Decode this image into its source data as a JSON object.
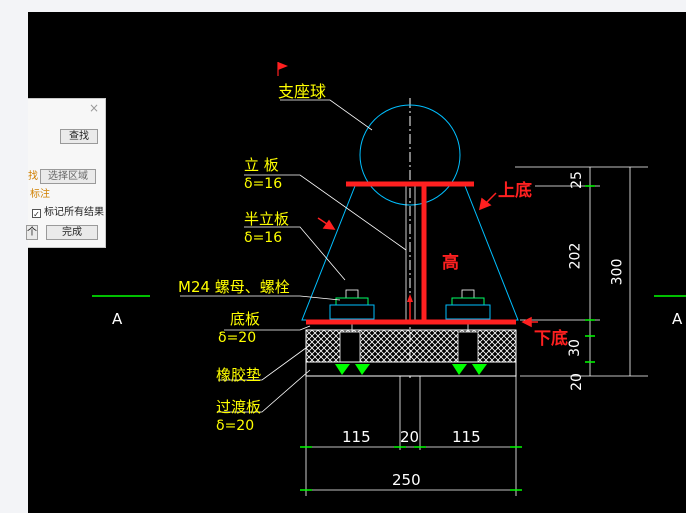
{
  "dialog": {
    "close_glyph": "×",
    "find_button": "查找",
    "truncated_label": "找",
    "select_region_button": "选择区域",
    "mark_label": "标注",
    "mark_all_checkbox": {
      "label": "标记所有结果",
      "checked": true
    },
    "prev_button_fragment": "个",
    "done_button": "完成"
  },
  "drawing": {
    "support_ball_label": "支座球",
    "vertical_plate_label": "立  板",
    "vertical_plate_thickness": "δ=16",
    "half_plate_label": "半立板",
    "half_plate_thickness": "δ=16",
    "bolt_label": "M24 螺母、螺栓",
    "base_plate_label": "底板",
    "base_plate_thickness": "δ=20",
    "rubber_pad_label": "橡胶垫",
    "transition_plate_label": "过渡板",
    "transition_plate_thickness": "δ=20",
    "section_left": "A",
    "section_right": "A",
    "annotation_top_base": "上底",
    "annotation_height": "高",
    "annotation_bottom_base": "下底",
    "dim_vertical": [
      "25",
      "202",
      "300",
      "30",
      "20"
    ],
    "dim_bottom": [
      "115",
      "20",
      "115"
    ],
    "dim_total": "250",
    "colors": {
      "background": "#000000",
      "label_yellow": "#ffff00",
      "outline_cyan": "#00bfff",
      "annotation_red": "#ff2020",
      "pad_green": "#00ff00"
    }
  }
}
